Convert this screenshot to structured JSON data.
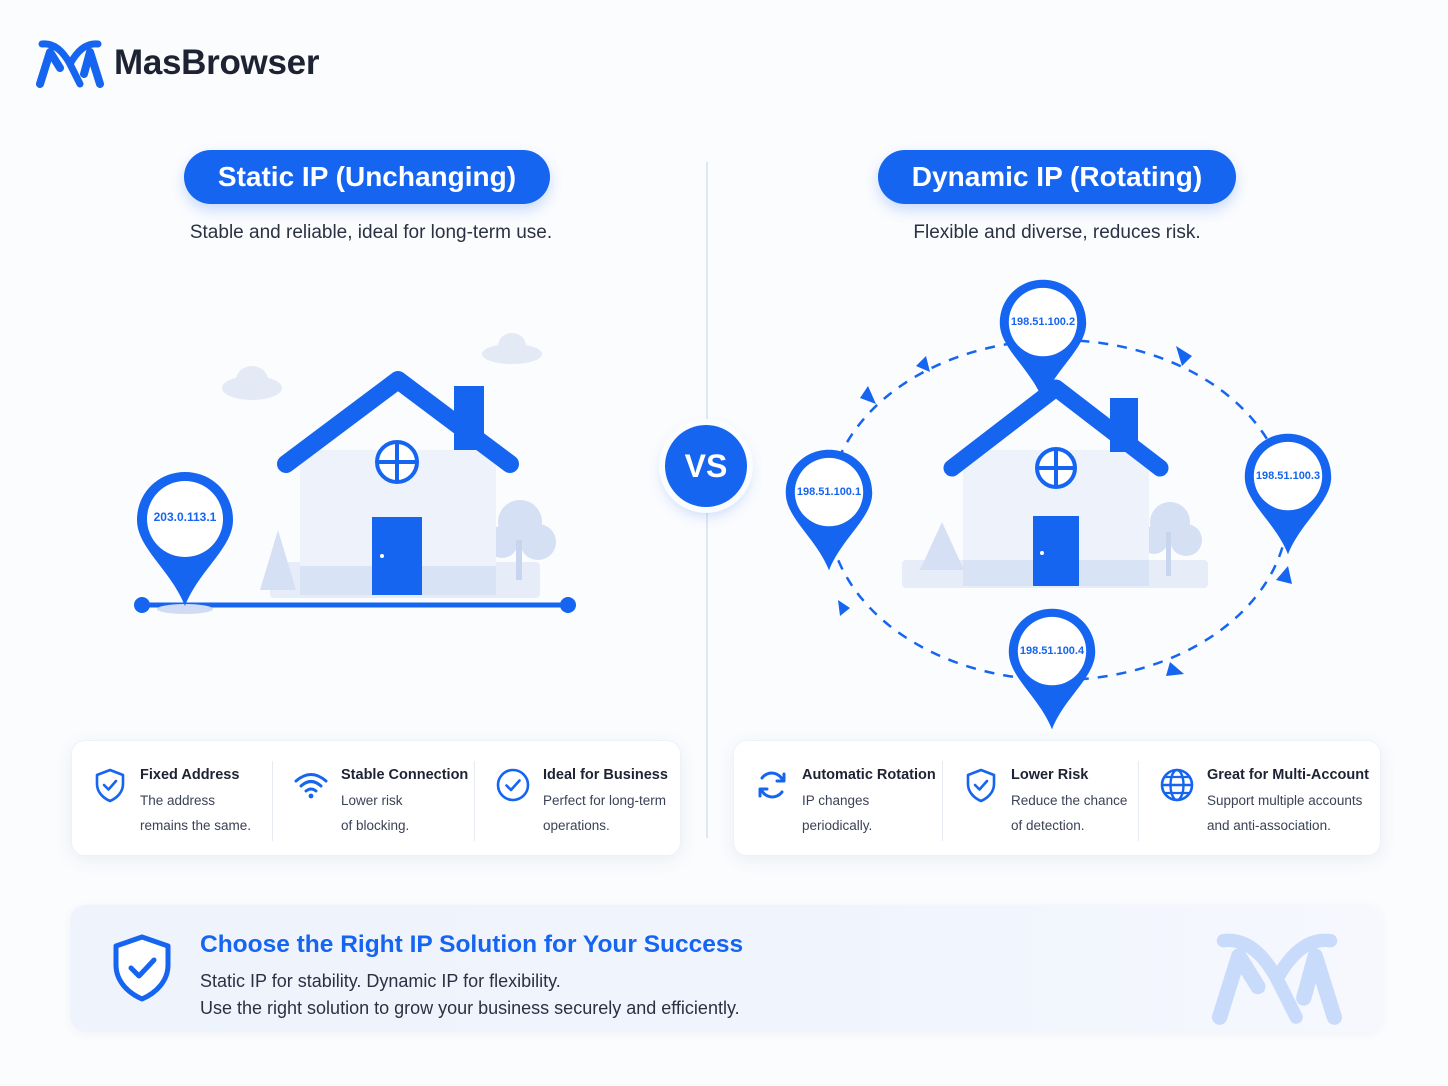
{
  "brand": {
    "name": "MasBrowser",
    "logo_icon": "masbrowser-logo-icon"
  },
  "vs_label": "VS",
  "static": {
    "title": "Static IP (Unchanging)",
    "subtitle": "Stable and reliable, ideal for long-term use.",
    "ip": "203.0.113.1",
    "features": [
      {
        "icon": "shield-check-icon",
        "title": "Fixed Address",
        "desc1": "The address",
        "desc2": "remains the same."
      },
      {
        "icon": "wifi-icon",
        "title": "Stable Connection",
        "desc1": "Lower risk",
        "desc2": "of blocking."
      },
      {
        "icon": "check-circle-icon",
        "title": "Ideal for Business",
        "desc1": "Perfect for long-term",
        "desc2": "operations."
      }
    ]
  },
  "dynamic": {
    "title": "Dynamic IP (Rotating)",
    "subtitle": "Flexible and diverse, reduces risk.",
    "ips": {
      "top": "198.51.100.2",
      "left": "198.51.100.1",
      "right": "198.51.100.3",
      "bottom": "198.51.100.4"
    },
    "features": [
      {
        "icon": "refresh-icon",
        "title": "Automatic Rotation",
        "desc1": "IP changes",
        "desc2": "periodically."
      },
      {
        "icon": "shield-check-icon",
        "title": "Lower Risk",
        "desc1": "Reduce the chance",
        "desc2": "of detection."
      },
      {
        "icon": "globe-icon",
        "title": "Great for Multi-Account",
        "desc1": "Support multiple accounts",
        "desc2": "and anti-association."
      }
    ]
  },
  "banner": {
    "title": "Choose the Right IP Solution for Your Success",
    "line1": "Static IP for stability. Dynamic IP for flexibility.",
    "line2": "Use the right solution to grow your business securely and efficiently."
  },
  "colors": {
    "primary": "#1565f0",
    "light": "#dfe8fa",
    "text": "#1d2333"
  }
}
